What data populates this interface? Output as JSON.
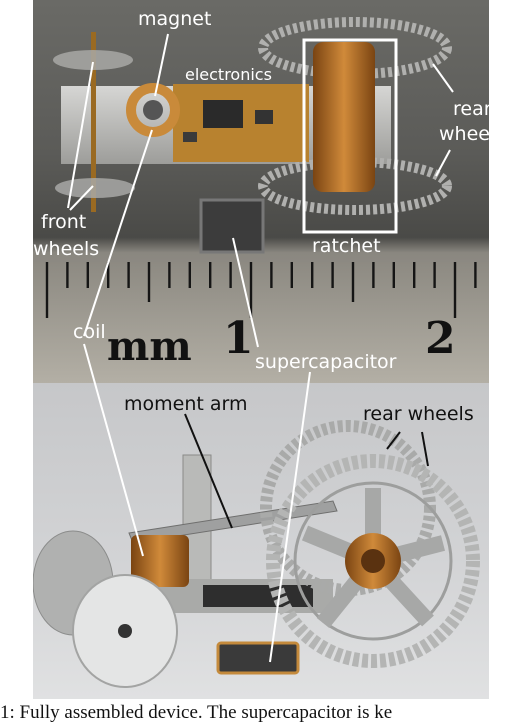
{
  "top_photo": {
    "labels": {
      "magnet": "magnet",
      "electronics": "electronics",
      "rear_wheels_line1": "rear",
      "rear_wheels_line2": "wheels",
      "front_wheels_line1": "front",
      "front_wheels_line2": "wheels",
      "ratchet": "ratchet",
      "coil": "coil",
      "supercapacitor": "supercapacitor"
    },
    "ruler": {
      "unit": "mm",
      "tick_1": "1",
      "tick_2": "2"
    }
  },
  "bottom_photo": {
    "labels": {
      "moment_arm": "moment arm",
      "rear_wheels": "rear wheels"
    }
  },
  "caption": {
    "text": "1: Fully assembled device. The supercapacitor is ke"
  },
  "colors": {
    "label_text_top": "#ffffff",
    "label_text_bottom": "#111111",
    "copper": "#b8742a",
    "metal": "#c9cacc"
  }
}
